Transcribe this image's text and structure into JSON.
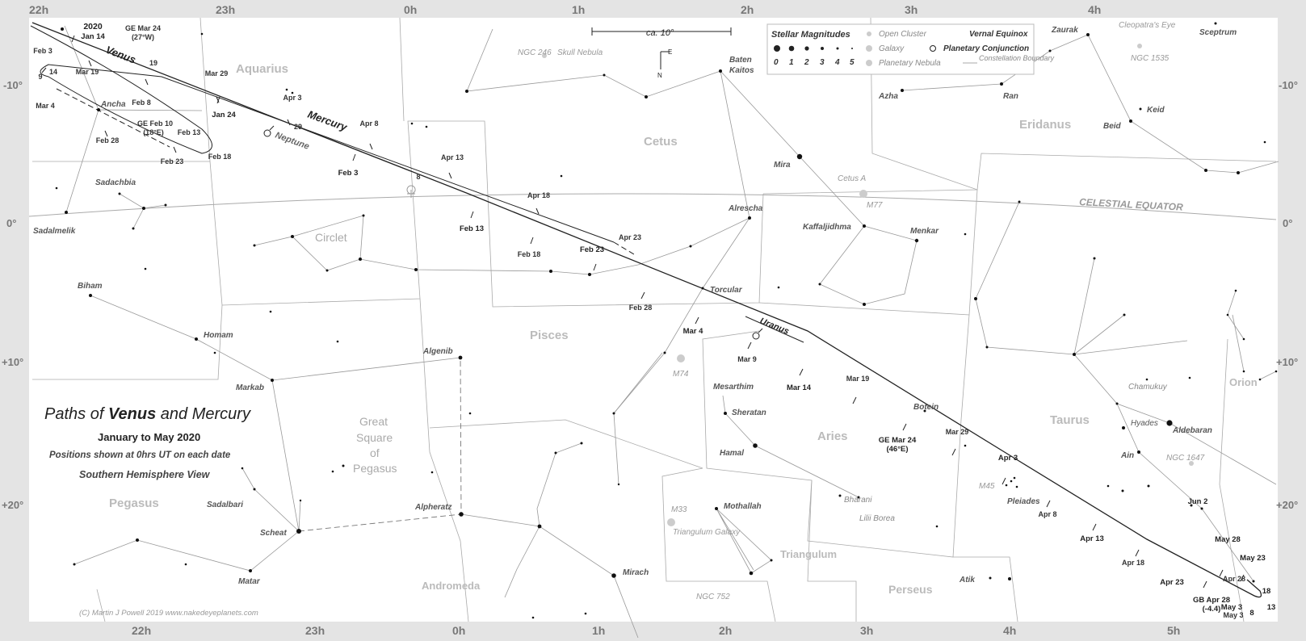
{
  "ra_top": [
    "22h",
    "23h",
    "0h",
    "1h",
    "2h",
    "3h",
    "4h"
  ],
  "ra_bottom": [
    "22h",
    "23h",
    "0h",
    "1h",
    "2h",
    "3h",
    "4h",
    "5h"
  ],
  "dec_labels": [
    "-10°",
    "0°",
    "+10°",
    "+20°"
  ],
  "scale_label": "ca. 10°",
  "compass": {
    "east": "E",
    "north": "N"
  },
  "title": {
    "prefix": "Paths of",
    "venus": "Venus",
    "joiner": "and",
    "mercury": "Mercury",
    "subtitle": "January to May 2020",
    "note": "Positions shown at 0hrs UT on each date",
    "view": "Southern Hemisphere View"
  },
  "credit": "(C) Martin J Powell  2019  www.nakedeyeplanets.com",
  "legend": {
    "magnitudes_title": "Stellar Magnitudes",
    "magnitudes": [
      "0",
      "1",
      "2",
      "3",
      "4",
      "5"
    ],
    "open_cluster": "Open Cluster",
    "galaxy": "Galaxy",
    "planetary_nebula": "Planetary Nebula",
    "vernal_equinox": "Vernal Equinox",
    "planetary_conjunction": "Planetary Conjunction",
    "constellation_boundary": "Constellation Boundary"
  },
  "celestial_equator": "CELESTIAL EQUATOR",
  "constellations": [
    "Aquarius",
    "Cetus",
    "Eridanus",
    "Pisces",
    "Aries",
    "Taurus",
    "Orion",
    "Pegasus",
    "Andromeda",
    "Triangulum",
    "Perseus",
    "Circlet",
    "Great",
    "Square",
    "of",
    "Pegasus"
  ],
  "stars": [
    "Ancha",
    "Sadachbia",
    "Sadalmelik",
    "Biham",
    "Homam",
    "Markab",
    "Algenib",
    "Scheat",
    "Sadalbari",
    "Matar",
    "Alpheratz",
    "Mirach",
    "Alrescha",
    "Torcular",
    "Baten",
    "Kaitos",
    "Mira",
    "Kaffaljidhma",
    "Menkar",
    "Azha",
    "Ran",
    "Zaurak",
    "Sceptrum",
    "Keid",
    "Beid",
    "Botein",
    "Mesarthim",
    "Sheratan",
    "Hamal",
    "Bharani",
    "Lilii Borea",
    "Mothallah",
    "Pleiades",
    "Hyades",
    "Aldebaran",
    "Ain",
    "Chamukuy",
    "Atik"
  ],
  "deep_sky": [
    "NGC 246",
    "Skull Nebula",
    "Cetus A",
    "M77",
    "M74",
    "M33",
    "Triangulum Galaxy",
    "NGC 752",
    "M45",
    "NGC 1647",
    "Cleopatra's Eye",
    "NGC 1535"
  ],
  "planets": {
    "venus": "Venus",
    "mercury": "Mercury",
    "neptune": "Neptune",
    "uranus": "Uranus"
  },
  "venus_dates": [
    "2020",
    "Jan 14",
    "Jan 24",
    "Feb 3",
    "Feb 13",
    "Feb 23",
    "Mar 4",
    "Mar 14",
    "GE Mar 24",
    "(46°E)",
    "Apr 3",
    "Apr 13",
    "Apr 23",
    "GB Apr 28",
    "(-4.4)",
    "May 3",
    "8",
    "13",
    "18",
    "May 23",
    "May 28",
    "Jun 2"
  ],
  "mercury_dates": [
    "Feb 3",
    "Feb 8",
    "14",
    "Feb 13",
    "Feb 18",
    "Feb 23",
    "Feb 28",
    "Mar 4",
    "9",
    "Mar 19",
    "GE Feb 10",
    "(18°E)",
    "GE Mar 24",
    "(27°W)",
    "19",
    "Mar 29",
    "Apr 3",
    "Apr 8",
    "Apr 13",
    "Apr 18",
    "Apr 23",
    "Feb 18",
    "Feb 28",
    "Mar 9",
    "Mar 19",
    "Mar 29",
    "Apr 8",
    "Apr 18",
    "Apr 28",
    "May 3",
    "29",
    "8"
  ],
  "colors": {
    "background": "#e4e4e4",
    "sky": "#ffffff",
    "line": "#555555",
    "boundary": "#9a9a9a",
    "faint": "#b0b0b0"
  }
}
